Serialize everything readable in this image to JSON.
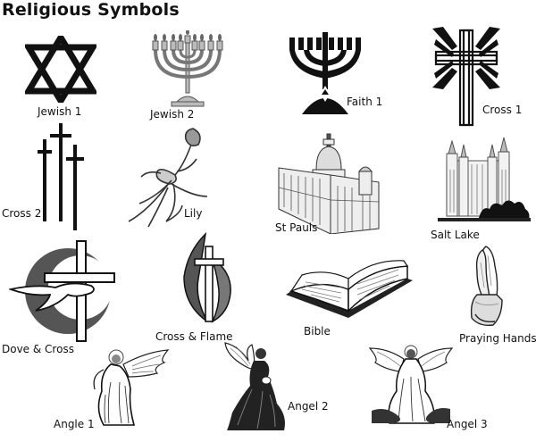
{
  "title": "Religious Symbols",
  "symbols": [
    {
      "label": "Jewish 1",
      "icon": "star-of-david-icon"
    },
    {
      "label": "Jewish 2",
      "icon": "menorah-icon"
    },
    {
      "label": "Faith 1",
      "icon": "menorah-with-star-icon"
    },
    {
      "label": "Cross 1",
      "icon": "radiant-cross-icon"
    },
    {
      "label": "Cross 2",
      "icon": "three-crosses-icon"
    },
    {
      "label": "Lily",
      "icon": "lily-icon"
    },
    {
      "label": "St Pauls",
      "icon": "st-pauls-cathedral-icon"
    },
    {
      "label": "Salt Lake",
      "icon": "salt-lake-temple-icon"
    },
    {
      "label": "Dove & Cross",
      "icon": "dove-and-cross-icon"
    },
    {
      "label": "Cross & Flame",
      "icon": "cross-and-flame-icon"
    },
    {
      "label": "Bible",
      "icon": "open-bible-icon"
    },
    {
      "label": "Praying Hands",
      "icon": "praying-hands-icon"
    },
    {
      "label": "Angle 1",
      "icon": "angel-icon"
    },
    {
      "label": "Angel  2",
      "icon": "kneeling-angel-icon"
    },
    {
      "label": "Angel  3",
      "icon": "angel-with-harp-icon"
    }
  ]
}
